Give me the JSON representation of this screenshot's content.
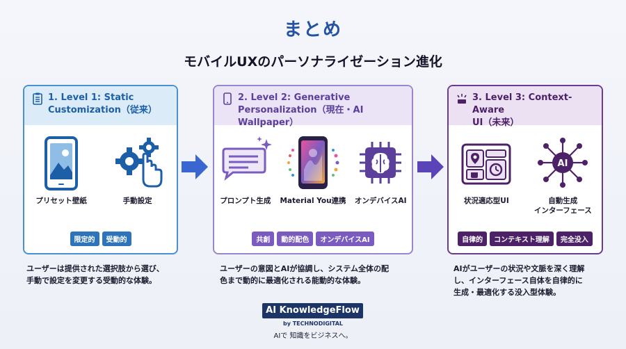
{
  "title": "まとめ",
  "subtitle": "モバイルUXのパーソナライゼーション進化",
  "levels": [
    {
      "title_line1": "1. Level 1: Static",
      "title_line2": "Customization（従来）",
      "items": [
        {
          "label": "プリセット壁紙",
          "icon": "phone-image-icon"
        },
        {
          "label": "手動設定",
          "icon": "gear-hand-icon"
        }
      ],
      "tags": [
        "限定的",
        "受動的"
      ],
      "description": [
        "ユーザーは提供された選択肢から選び、",
        "手動で設定を変更する受動的な体験。"
      ],
      "color": "#4a8fd0"
    },
    {
      "title_line1": "2. Level 2: Generative",
      "title_line2": "Personalization（現在・AI Wallpaper）",
      "items": [
        {
          "label": "プロンプト生成",
          "icon": "prompt-sparkle-icon"
        },
        {
          "label": "Material You連携",
          "icon": "material-phone-icon"
        },
        {
          "label": "オンデバイスAI",
          "icon": "chip-brain-icon"
        }
      ],
      "tags": [
        "共創",
        "動的配色",
        "オンデバイスAI"
      ],
      "description": [
        "ユーザーの意図とAIが協調し、システム全体の配",
        "色まで動的に最適化される能動的な体験。"
      ],
      "color": "#9a85cf"
    },
    {
      "title_line1": "3. Level 3: Context-Aware",
      "title_line2": "UI（未来）",
      "items": [
        {
          "label": "状況適応型UI",
          "icon": "context-ui-icon"
        },
        {
          "label": "自動生成",
          "label2": "インターフェース",
          "icon": "ai-network-icon"
        }
      ],
      "tags": [
        "自律的",
        "コンテキスト理解",
        "完全没入"
      ],
      "description": [
        "AIがユーザーの状況や文脈を深く理解",
        "し、インターフェース自体を自律的に",
        "生成・最適化する没入型体験。"
      ],
      "color": "#6a3c8c"
    }
  ],
  "footer": {
    "logo": "AI KnowledgeFlow",
    "by": "by TECHNODIGITAL",
    "tagline": "AIで 知識をビジネスへ。"
  },
  "colors": {
    "title": "#2453a3",
    "arrow": "#3b66d1"
  }
}
